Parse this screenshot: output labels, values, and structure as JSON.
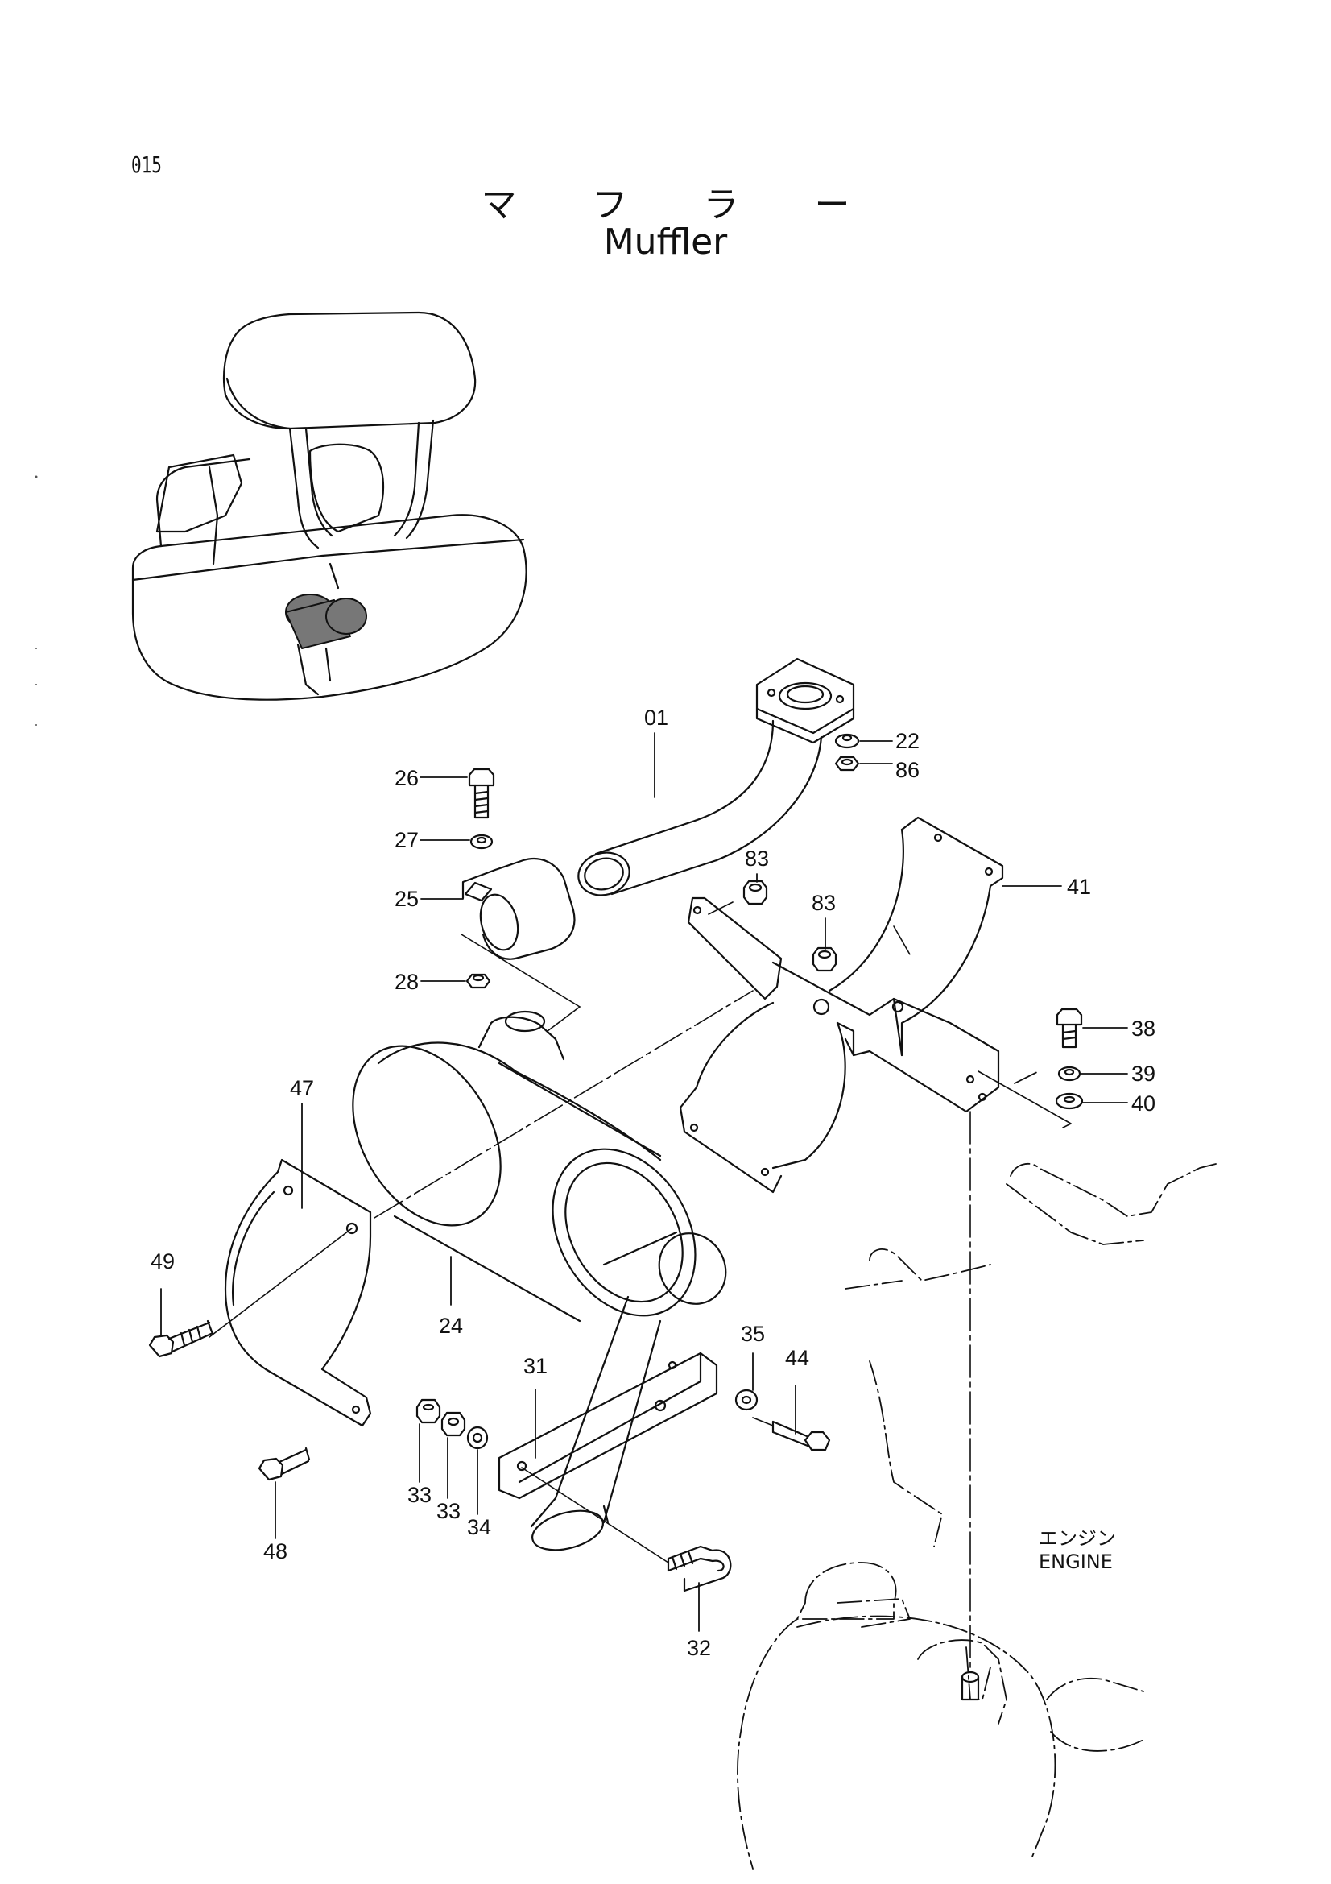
{
  "page": {
    "page_number": "015",
    "title_japanese": "マ フ ラ ー",
    "title_english": "Muffler"
  },
  "engine_label": {
    "japanese": "エンジン",
    "english": "ENGINE"
  },
  "callouts": {
    "p01": "01",
    "p22": "22",
    "p86": "86",
    "p26": "26",
    "p27": "27",
    "p25": "25",
    "p28": "28",
    "p83a": "83",
    "p83b": "83",
    "p41": "41",
    "p38": "38",
    "p39": "39",
    "p40": "40",
    "p47": "47",
    "p49": "49",
    "p24": "24",
    "p31": "31",
    "p35": "35",
    "p44": "44",
    "p33a": "33",
    "p33b": "33",
    "p34": "34",
    "p48": "48",
    "p32": "32"
  }
}
